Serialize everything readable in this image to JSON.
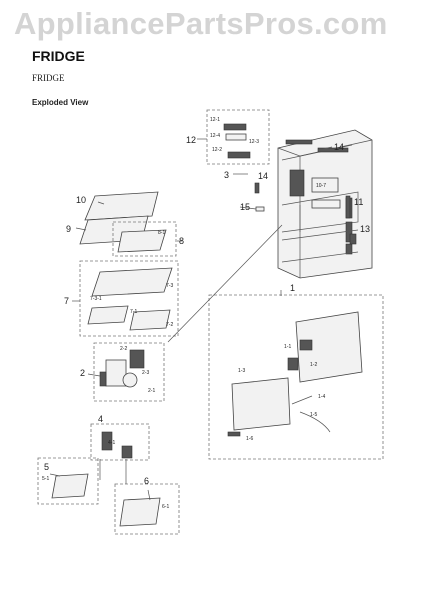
{
  "watermark": "AppliancePartsPros.com",
  "page_title": "FRIDGE",
  "subtitle": "FRIDGE",
  "view_label": "Exploded View",
  "callouts": {
    "c1": "1",
    "c1_1": "1-1",
    "c1_2": "1-2",
    "c1_3": "1-3",
    "c1_4": "1-4",
    "c1_5": "1-5",
    "c1_6": "1-6",
    "c2": "2",
    "c2_1": "2-1",
    "c2_2": "2-2",
    "c2_3": "2-3",
    "c3": "3",
    "c4": "4",
    "c4_1": "4-1",
    "c5": "5",
    "c5_1": "5-1",
    "c6": "6",
    "c6_1": "6-1",
    "c7": "7",
    "c7_1": "7-1",
    "c7_2": "7-2",
    "c7_3": "7-3",
    "c7_3_1": "7-3-1",
    "c8": "8",
    "c8_1": "8-1",
    "c9": "9",
    "c10": "10",
    "c10_7": "10-7",
    "c11": "11",
    "c12": "12",
    "c12_1": "12-1",
    "c12_2": "12-2",
    "c12_3": "12-3",
    "c12_4": "12-4",
    "c13": "13",
    "c14a": "14",
    "c14b": "14",
    "c15": "15"
  }
}
